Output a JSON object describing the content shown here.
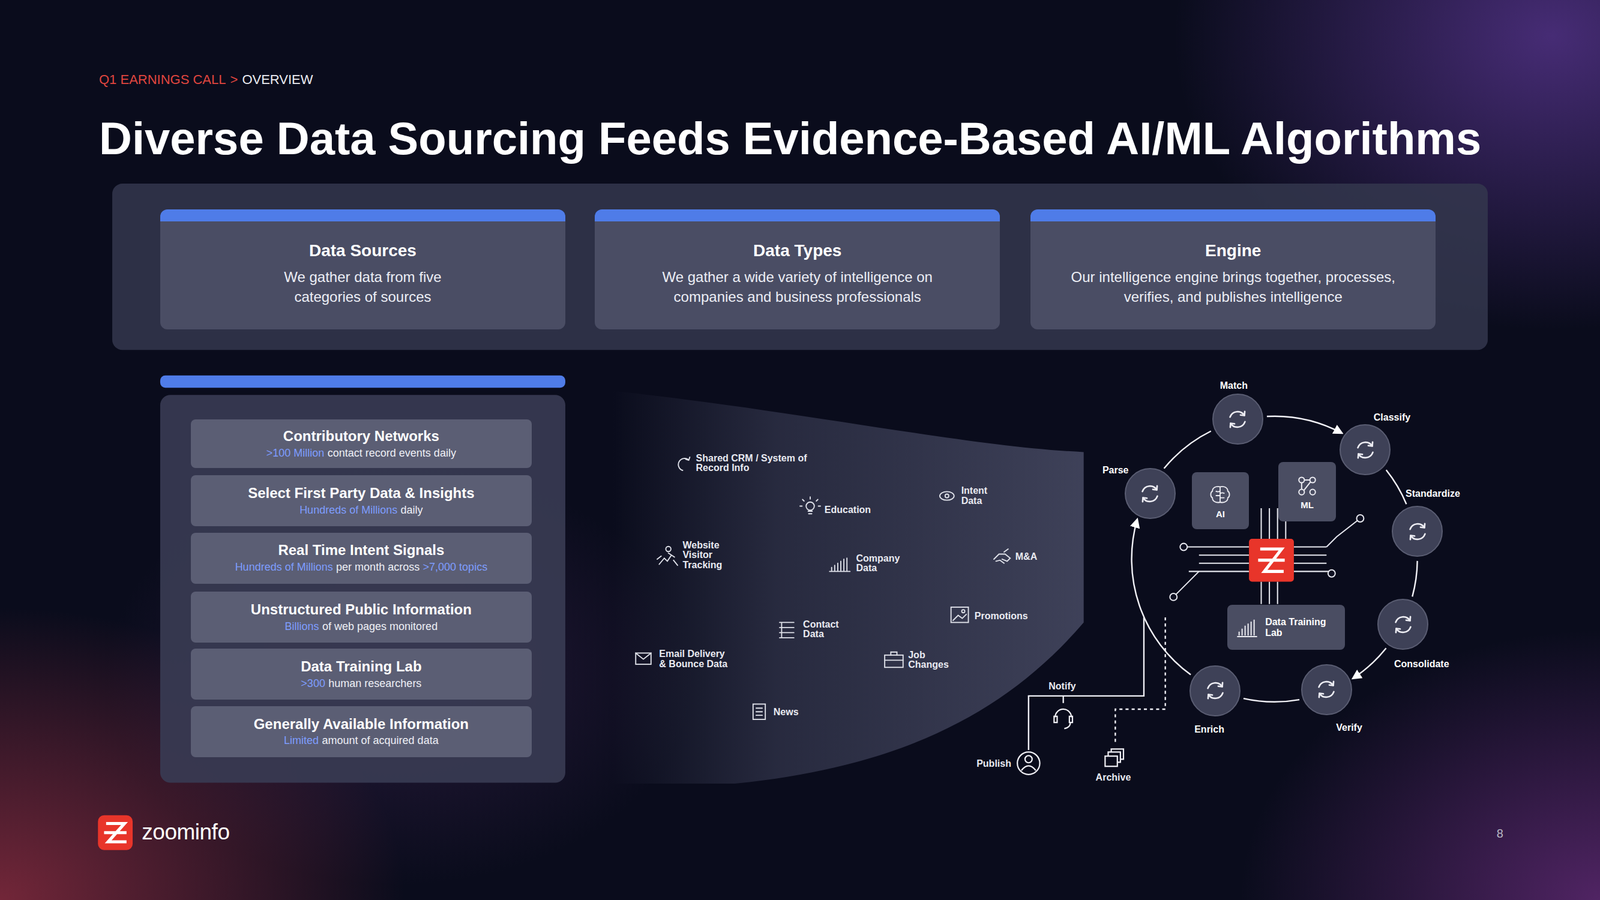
{
  "diagram": {
    "title": "Diverse Data Sourcing Feeds Evidence-Based AI/ML Algorithms",
    "nodes": [
      {
        "text": [
          "Data Sources",
          "We gather data from five categories of sources"
        ]
      },
      {
        "text": [
          "Data Types",
          "We gather a wide variety of intelligence on companies and business professionals"
        ]
      },
      {
        "text": [
          "Engine",
          "Our intelligence engine brings together, processes, verifies, and publishes intelligence"
        ]
      },
      {
        "text": [
          "Contributory Networks",
          ">100 Million",
          "contact record events daily"
        ]
      },
      {
        "text": [
          "Select First Party Data & Insights",
          "Hundreds of Millions",
          "daily"
        ]
      },
      {
        "text": [
          "Real Time Intent Signals",
          "Hundreds of Millions",
          "per month across",
          ">7,000 topics"
        ]
      },
      {
        "text": [
          "Unstructured Public Information",
          "Billions",
          "of web pages monitored"
        ]
      },
      {
        "text": [
          "Data Training Lab",
          ">300",
          "human researchers"
        ]
      },
      {
        "text": [
          "Generally Available Information",
          "Limited",
          "amount of acquired data"
        ]
      },
      {
        "text": [
          "Match"
        ]
      },
      {
        "text": [
          "Classify"
        ]
      },
      {
        "text": [
          "Standardize"
        ]
      },
      {
        "text": [
          "Consolidate"
        ]
      },
      {
        "text": [
          "Verify"
        ]
      },
      {
        "text": [
          "Enrich"
        ]
      },
      {
        "text": [
          "Parse"
        ]
      },
      {
        "text": [
          "AI"
        ]
      },
      {
        "text": [
          "ML"
        ]
      },
      {
        "text": [
          "Data Training Lab"
        ]
      }
    ],
    "edges": [
      {
        "from": 15,
        "to": 9,
        "arrow": "none"
      },
      {
        "from": 9,
        "to": 10,
        "arrow": "to"
      },
      {
        "from": 10,
        "to": 11,
        "arrow": "none"
      },
      {
        "from": 11,
        "to": 12,
        "arrow": "none"
      },
      {
        "from": 12,
        "to": 13,
        "arrow": "to"
      },
      {
        "from": 13,
        "to": 14,
        "arrow": "none"
      },
      {
        "from": 14,
        "to": 15,
        "arrow": "to"
      }
    ],
    "labels": [
      "Q1 EARNINGS CALL",
      ">",
      "OVERVIEW",
      "Shared CRM / System of Record Info",
      "Education",
      "Intent Data",
      "Website Visitor Tracking",
      "Company Data",
      "M&A",
      "Contact Data",
      "Promotions",
      "Email Delivery & Bounce Data",
      "Job Changes",
      "News",
      "Notify",
      "Publish",
      "Archive",
      "zoominfo",
      "8"
    ]
  }
}
